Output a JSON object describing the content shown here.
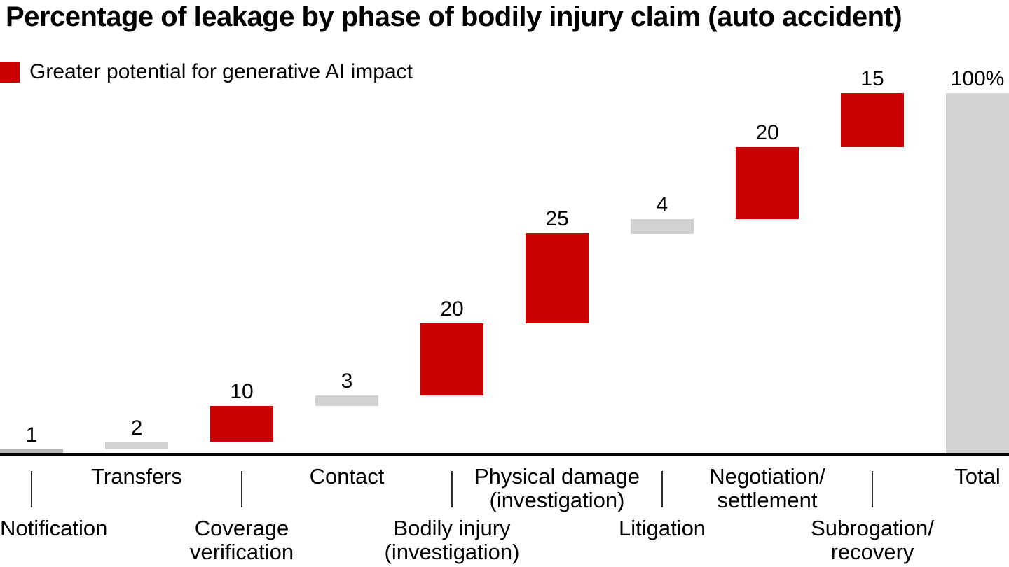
{
  "title": "Percentage of leakage by phase of bodily injury claim (auto accident)",
  "legend": {
    "label": "Greater potential for generative AI impact"
  },
  "colors": {
    "impact_red": "#cc0000",
    "neutral_gray": "#d2d2d1",
    "first_bar_gray": "#b5b5b5",
    "axis_black": "#000000",
    "text_black": "#000000"
  },
  "chart_data": {
    "type": "bar",
    "subtype": "waterfall",
    "title": "Percentage of leakage by phase of bodily injury claim (auto accident)",
    "xlabel": "",
    "ylabel": "",
    "ylim": [
      0,
      100
    ],
    "unit": "percent of leakage",
    "grid": false,
    "legend_position": "top-left",
    "legend_entries": [
      {
        "label": "Greater potential for generative AI impact",
        "color": "#cc0000"
      }
    ],
    "categories": [
      "Notification",
      "Transfers",
      "Coverage verification",
      "Contact",
      "Bodily injury (investigation)",
      "Physical damage (investigation)",
      "Litigation",
      "Negotiation/settlement",
      "Subrogation/recovery",
      "Total"
    ],
    "values": [
      1,
      2,
      10,
      3,
      20,
      25,
      4,
      20,
      15,
      100
    ],
    "steps": [
      {
        "category": "Notification",
        "lines": [
          "Notification"
        ],
        "value": 1,
        "value_label": "1",
        "impact": false,
        "is_total": false,
        "label_row": "lower"
      },
      {
        "category": "Transfers",
        "lines": [
          "Transfers"
        ],
        "value": 2,
        "value_label": "2",
        "impact": false,
        "is_total": false,
        "label_row": "upper"
      },
      {
        "category": "Coverage verification",
        "lines": [
          "Coverage",
          "verification"
        ],
        "value": 10,
        "value_label": "10",
        "impact": true,
        "is_total": false,
        "label_row": "lower"
      },
      {
        "category": "Contact",
        "lines": [
          "Contact"
        ],
        "value": 3,
        "value_label": "3",
        "impact": false,
        "is_total": false,
        "label_row": "upper"
      },
      {
        "category": "Bodily injury (investigation)",
        "lines": [
          "Bodily injury",
          "(investigation)"
        ],
        "value": 20,
        "value_label": "20",
        "impact": true,
        "is_total": false,
        "label_row": "lower"
      },
      {
        "category": "Physical damage (investigation)",
        "lines": [
          "Physical damage",
          "(investigation)"
        ],
        "value": 25,
        "value_label": "25",
        "impact": true,
        "is_total": false,
        "label_row": "upper"
      },
      {
        "category": "Litigation",
        "lines": [
          "Litigation"
        ],
        "value": 4,
        "value_label": "4",
        "impact": false,
        "is_total": false,
        "label_row": "lower"
      },
      {
        "category": "Negotiation/settlement",
        "lines": [
          "Negotiation/",
          "settlement"
        ],
        "value": 20,
        "value_label": "20",
        "impact": true,
        "is_total": false,
        "label_row": "upper"
      },
      {
        "category": "Subrogation/recovery",
        "lines": [
          "Subrogation/",
          "recovery"
        ],
        "value": 15,
        "value_label": "15",
        "impact": true,
        "is_total": false,
        "label_row": "lower"
      },
      {
        "category": "Total",
        "lines": [
          "Total"
        ],
        "value": 100,
        "value_label": "100%",
        "impact": false,
        "is_total": true,
        "label_row": "upper"
      }
    ]
  }
}
